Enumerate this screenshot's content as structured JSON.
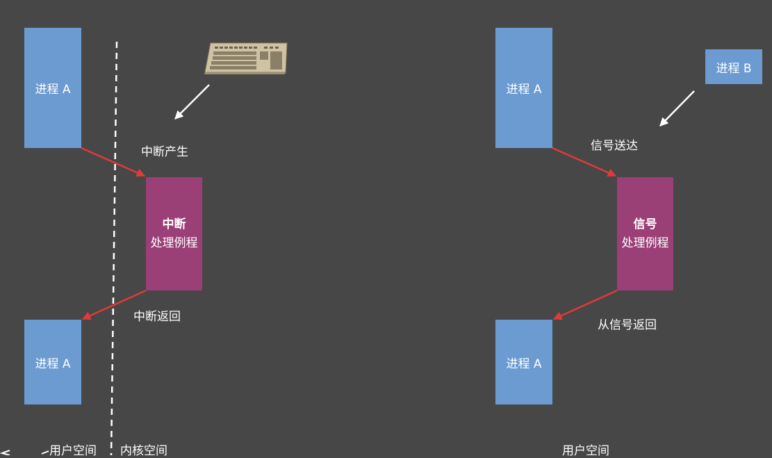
{
  "colors": {
    "background": "#474747",
    "process_box": "#6b9bd1",
    "handler_box": "#9b3f77",
    "transition_arrow": "#e03a3a",
    "pointer_arrow": "#ffffff"
  },
  "left": {
    "process_top": "进程 A",
    "process_bottom": "进程 A",
    "event_label": "中断产生",
    "handler_title": "中断",
    "handler_subtitle": "处理例程",
    "return_label": "中断返回",
    "user_space_label": "用户空间",
    "kernel_space_label": "内核空间",
    "source_icon": "keyboard-icon"
  },
  "right": {
    "process_top": "进程 A",
    "process_bottom": "进程 A",
    "sender": "进程 B",
    "event_label": "信号送达",
    "handler_title": "信号",
    "handler_subtitle": "处理例程",
    "return_label": "从信号返回",
    "user_space_label": "用户空间"
  }
}
